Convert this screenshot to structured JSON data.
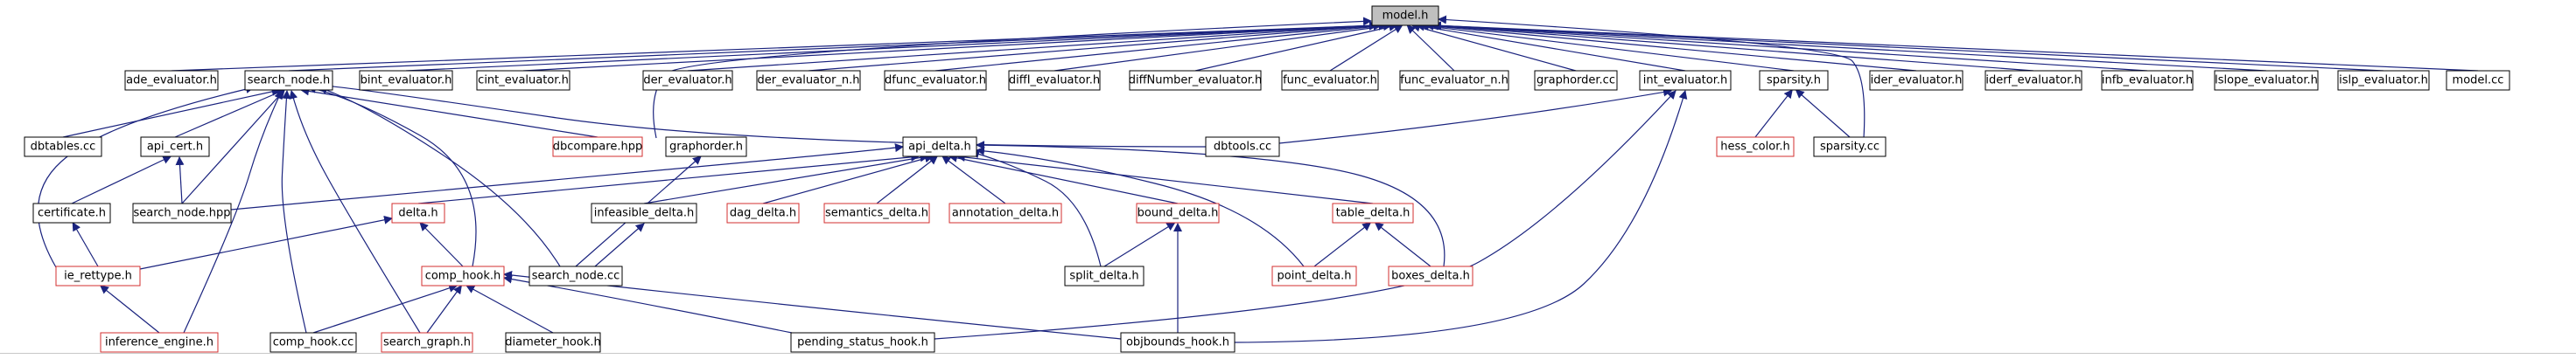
{
  "colors": {
    "edge": "#1a237e",
    "box_border_normal": "#000000",
    "box_border_incomplete": "#d32f2f",
    "root_fill": "#bfbfbf",
    "box_fill": "#ffffff",
    "text": "#000000"
  },
  "nodes": [
    {
      "id": "model_h",
      "label": "model.h",
      "style": "root"
    },
    {
      "id": "ade_evaluator_h",
      "label": "ade_evaluator.h",
      "style": "normal"
    },
    {
      "id": "search_node_h",
      "label": "search_node.h",
      "style": "normal"
    },
    {
      "id": "bint_evaluator_h",
      "label": "bint_evaluator.h",
      "style": "normal"
    },
    {
      "id": "cint_evaluator_h",
      "label": "cint_evaluator.h",
      "style": "normal"
    },
    {
      "id": "der_evaluator_h",
      "label": "der_evaluator.h",
      "style": "normal"
    },
    {
      "id": "der_evaluator_n_h",
      "label": "der_evaluator_n.h",
      "style": "normal"
    },
    {
      "id": "dfunc_evaluator_h",
      "label": "dfunc_evaluator.h",
      "style": "normal"
    },
    {
      "id": "diffI_evaluator_h",
      "label": "diffI_evaluator.h",
      "style": "normal"
    },
    {
      "id": "diffNumber_evaluator_h",
      "label": "diffNumber_evaluator.h",
      "style": "normal"
    },
    {
      "id": "func_evaluator_h",
      "label": "func_evaluator.h",
      "style": "normal"
    },
    {
      "id": "func_evaluator_n_h",
      "label": "func_evaluator_n.h",
      "style": "normal"
    },
    {
      "id": "graphorder_cc",
      "label": "graphorder.cc",
      "style": "normal"
    },
    {
      "id": "int_evaluator_h",
      "label": "int_evaluator.h",
      "style": "normal"
    },
    {
      "id": "sparsity_h",
      "label": "sparsity.h",
      "style": "normal"
    },
    {
      "id": "ider_evaluator_h",
      "label": "ider_evaluator.h",
      "style": "normal"
    },
    {
      "id": "iderf_evaluator_h",
      "label": "iderf_evaluator.h",
      "style": "normal"
    },
    {
      "id": "infb_evaluator_h",
      "label": "infb_evaluator.h",
      "style": "normal"
    },
    {
      "id": "lslope_evaluator_h",
      "label": "lslope_evaluator.h",
      "style": "normal"
    },
    {
      "id": "islp_evaluator_h",
      "label": "islp_evaluator.h",
      "style": "normal"
    },
    {
      "id": "model_cc",
      "label": "model.cc",
      "style": "normal"
    },
    {
      "id": "dbtables_cc",
      "label": "dbtables.cc",
      "style": "normal"
    },
    {
      "id": "api_cert_h",
      "label": "api_cert.h",
      "style": "normal"
    },
    {
      "id": "dbcompare_hpp",
      "label": "dbcompare.hpp",
      "style": "incomplete"
    },
    {
      "id": "graphorder_h",
      "label": "graphorder.h",
      "style": "normal"
    },
    {
      "id": "api_delta_h",
      "label": "api_delta.h",
      "style": "normal"
    },
    {
      "id": "dbtools_cc",
      "label": "dbtools.cc",
      "style": "normal"
    },
    {
      "id": "hess_color_h",
      "label": "hess_color.h",
      "style": "incomplete"
    },
    {
      "id": "sparsity_cc",
      "label": "sparsity.cc",
      "style": "normal"
    },
    {
      "id": "certificate_h",
      "label": "certificate.h",
      "style": "normal"
    },
    {
      "id": "search_node_hpp",
      "label": "search_node.hpp",
      "style": "normal"
    },
    {
      "id": "delta_h",
      "label": "delta.h",
      "style": "incomplete"
    },
    {
      "id": "infeasible_delta_h",
      "label": "infeasible_delta.h",
      "style": "normal"
    },
    {
      "id": "dag_delta_h",
      "label": "dag_delta.h",
      "style": "incomplete"
    },
    {
      "id": "semantics_delta_h",
      "label": "semantics_delta.h",
      "style": "incomplete"
    },
    {
      "id": "annotation_delta_h",
      "label": "annotation_delta.h",
      "style": "incomplete"
    },
    {
      "id": "bound_delta_h",
      "label": "bound_delta.h",
      "style": "incomplete"
    },
    {
      "id": "table_delta_h",
      "label": "table_delta.h",
      "style": "incomplete"
    },
    {
      "id": "ie_rettype_h",
      "label": "ie_rettype.h",
      "style": "incomplete"
    },
    {
      "id": "comp_hook_h",
      "label": "comp_hook.h",
      "style": "incomplete"
    },
    {
      "id": "search_node_cc",
      "label": "search_node.cc",
      "style": "normal"
    },
    {
      "id": "split_delta_h",
      "label": "split_delta.h",
      "style": "normal"
    },
    {
      "id": "point_delta_h",
      "label": "point_delta.h",
      "style": "incomplete"
    },
    {
      "id": "boxes_delta_h",
      "label": "boxes_delta.h",
      "style": "incomplete"
    },
    {
      "id": "inference_engine_h",
      "label": "inference_engine.h",
      "style": "incomplete"
    },
    {
      "id": "comp_hook_cc",
      "label": "comp_hook.cc",
      "style": "normal"
    },
    {
      "id": "search_graph_h",
      "label": "search_graph.h",
      "style": "incomplete"
    },
    {
      "id": "diameter_hook_h",
      "label": "diameter_hook.h",
      "style": "normal"
    },
    {
      "id": "pending_status_hook_h",
      "label": "pending_status_hook.h",
      "style": "normal"
    },
    {
      "id": "objbounds_hook_h",
      "label": "objbounds_hook.h",
      "style": "normal"
    }
  ],
  "edges": [
    [
      "ade_evaluator_h",
      "model_h"
    ],
    [
      "search_node_h",
      "model_h"
    ],
    [
      "bint_evaluator_h",
      "model_h"
    ],
    [
      "cint_evaluator_h",
      "model_h"
    ],
    [
      "der_evaluator_h",
      "model_h"
    ],
    [
      "der_evaluator_n_h",
      "model_h"
    ],
    [
      "dfunc_evaluator_h",
      "model_h"
    ],
    [
      "diffI_evaluator_h",
      "model_h"
    ],
    [
      "diffNumber_evaluator_h",
      "model_h"
    ],
    [
      "func_evaluator_h",
      "model_h"
    ],
    [
      "func_evaluator_n_h",
      "model_h"
    ],
    [
      "graphorder_cc",
      "model_h"
    ],
    [
      "int_evaluator_h",
      "model_h"
    ],
    [
      "sparsity_h",
      "model_h"
    ],
    [
      "ider_evaluator_h",
      "model_h"
    ],
    [
      "iderf_evaluator_h",
      "model_h"
    ],
    [
      "infb_evaluator_h",
      "model_h"
    ],
    [
      "lslope_evaluator_h",
      "model_h"
    ],
    [
      "islp_evaluator_h",
      "model_h"
    ],
    [
      "model_cc",
      "model_h"
    ],
    [
      "graphorder_h",
      "model_h"
    ],
    [
      "sparsity_cc",
      "model_h"
    ],
    [
      "dbtables_cc",
      "search_node_h"
    ],
    [
      "api_cert_h",
      "search_node_h"
    ],
    [
      "dbcompare_hpp",
      "search_node_h"
    ],
    [
      "dbtools_cc",
      "search_node_h"
    ],
    [
      "search_node_hpp",
      "search_node_h"
    ],
    [
      "ie_rettype_h",
      "search_node_h"
    ],
    [
      "comp_hook_h",
      "search_node_h"
    ],
    [
      "search_node_cc",
      "search_node_h"
    ],
    [
      "inference_engine_h",
      "search_node_h"
    ],
    [
      "comp_hook_cc",
      "search_node_h"
    ],
    [
      "search_graph_h",
      "search_node_h"
    ],
    [
      "dbtools_cc",
      "int_evaluator_h"
    ],
    [
      "pending_status_hook_h",
      "int_evaluator_h"
    ],
    [
      "objbounds_hook_h",
      "int_evaluator_h"
    ],
    [
      "hess_color_h",
      "sparsity_h"
    ],
    [
      "sparsity_cc",
      "sparsity_h"
    ],
    [
      "certificate_h",
      "api_cert_h"
    ],
    [
      "search_node_hpp",
      "api_cert_h"
    ],
    [
      "search_node_cc",
      "graphorder_h"
    ],
    [
      "search_node_hpp",
      "api_delta_h"
    ],
    [
      "delta_h",
      "api_delta_h"
    ],
    [
      "infeasible_delta_h",
      "api_delta_h"
    ],
    [
      "dag_delta_h",
      "api_delta_h"
    ],
    [
      "semantics_delta_h",
      "api_delta_h"
    ],
    [
      "annotation_delta_h",
      "api_delta_h"
    ],
    [
      "bound_delta_h",
      "api_delta_h"
    ],
    [
      "table_delta_h",
      "api_delta_h"
    ],
    [
      "split_delta_h",
      "api_delta_h"
    ],
    [
      "point_delta_h",
      "api_delta_h"
    ],
    [
      "boxes_delta_h",
      "api_delta_h"
    ],
    [
      "ie_rettype_h",
      "certificate_h"
    ],
    [
      "ie_rettype_h",
      "delta_h"
    ],
    [
      "comp_hook_h",
      "delta_h"
    ],
    [
      "search_node_cc",
      "infeasible_delta_h"
    ],
    [
      "split_delta_h",
      "bound_delta_h"
    ],
    [
      "objbounds_hook_h",
      "bound_delta_h"
    ],
    [
      "point_delta_h",
      "table_delta_h"
    ],
    [
      "boxes_delta_h",
      "table_delta_h"
    ],
    [
      "inference_engine_h",
      "ie_rettype_h"
    ],
    [
      "comp_hook_cc",
      "comp_hook_h"
    ],
    [
      "search_graph_h",
      "comp_hook_h"
    ],
    [
      "diameter_hook_h",
      "comp_hook_h"
    ],
    [
      "pending_status_hook_h",
      "comp_hook_h"
    ],
    [
      "objbounds_hook_h",
      "comp_hook_h"
    ]
  ]
}
